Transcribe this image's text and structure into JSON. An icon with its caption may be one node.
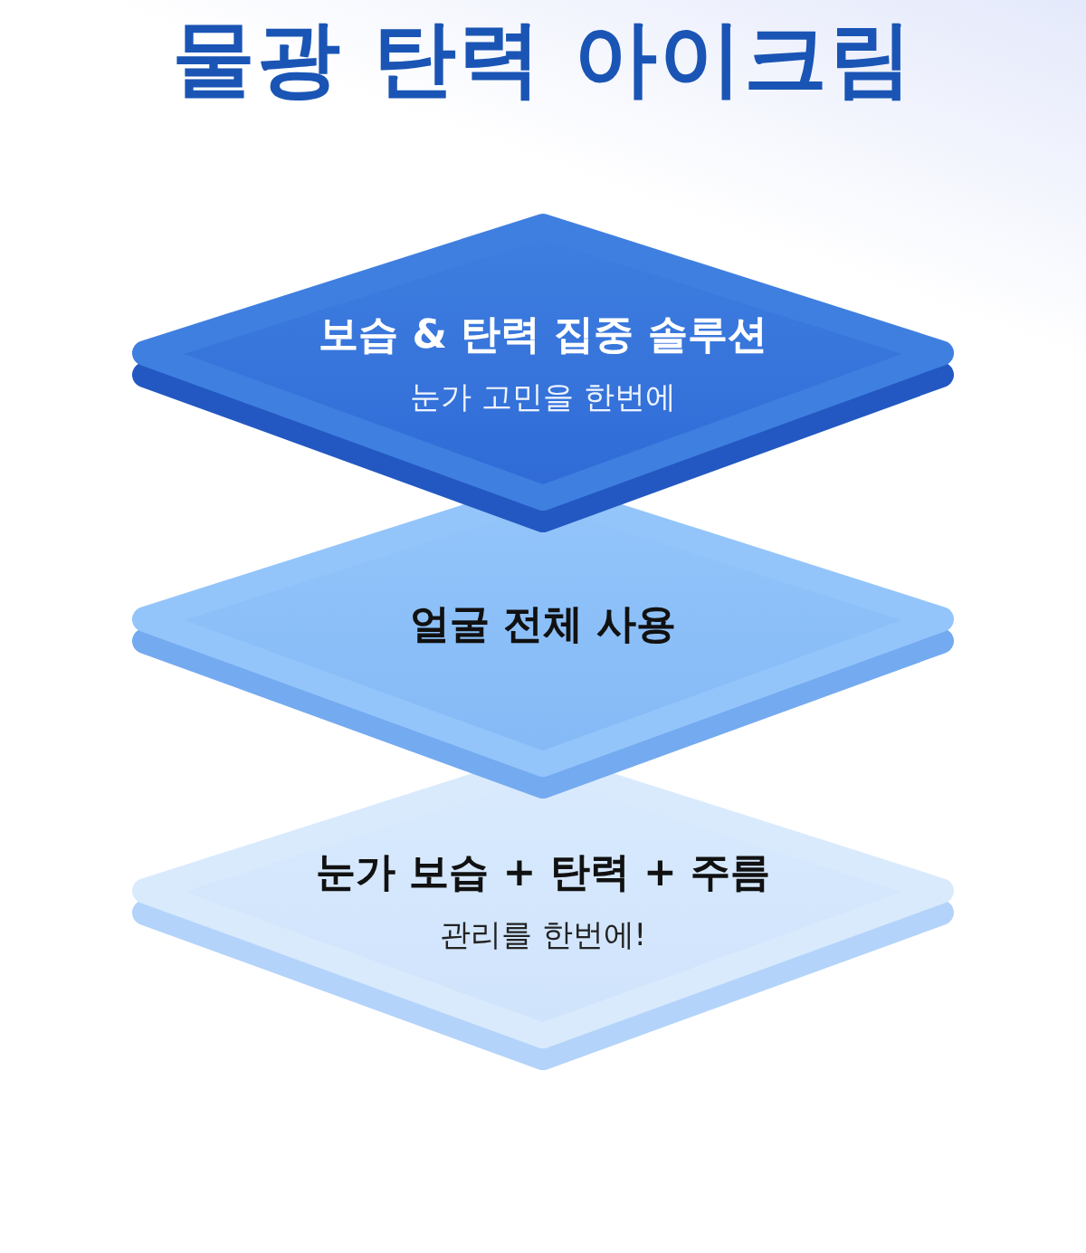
{
  "diagram": {
    "title": "물광 탄력 아이크림",
    "nodes": [
      {
        "text": [
          "보습 & 탄력 집중 솔루션",
          "눈가 고민을 한번에"
        ]
      },
      {
        "text": [
          "얼굴 전체 사용"
        ]
      },
      {
        "text": [
          "눈가 보습 + 탄력 + 주름",
          "관리를 한번에!"
        ]
      }
    ]
  }
}
